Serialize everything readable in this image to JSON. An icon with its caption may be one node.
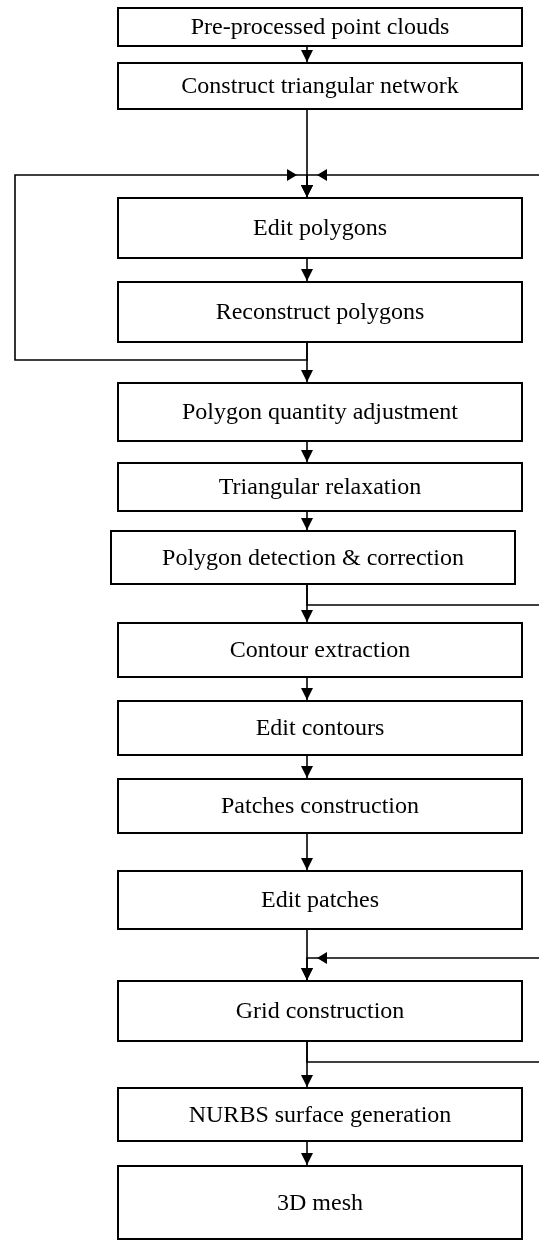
{
  "diagram": {
    "nodes": [
      {
        "text": [
          "Pre-processed point clouds"
        ]
      },
      {
        "text": [
          "Construct triangular network"
        ]
      },
      {
        "text": [
          "Edit polygons"
        ]
      },
      {
        "text": [
          "Reconstruct polygons"
        ]
      },
      {
        "text": [
          "Polygon quantity adjustment"
        ]
      },
      {
        "text": [
          "Triangular relaxation"
        ]
      },
      {
        "text": [
          "Polygon detection & correction"
        ]
      },
      {
        "text": [
          "Contour extraction"
        ]
      },
      {
        "text": [
          "Edit contours"
        ]
      },
      {
        "text": [
          "Patches construction"
        ]
      },
      {
        "text": [
          "Edit patches"
        ]
      },
      {
        "text": [
          "Grid construction"
        ]
      },
      {
        "text": [
          "NURBS surface generation"
        ]
      },
      {
        "text": [
          "3D mesh"
        ]
      }
    ],
    "edges": [
      {
        "from": 0,
        "to": 1,
        "arrow": "to"
      },
      {
        "from": 1,
        "to": 2,
        "arrow": "to"
      },
      {
        "from": 3,
        "to": 2,
        "arrow": "to"
      },
      {
        "from": null,
        "to": 2,
        "arrow": "to"
      },
      {
        "from": 2,
        "to": 3,
        "arrow": "to"
      },
      {
        "from": 3,
        "to": 4,
        "arrow": "to"
      },
      {
        "from": 4,
        "to": 5,
        "arrow": "to"
      },
      {
        "from": 5,
        "to": 6,
        "arrow": "to"
      },
      {
        "from": 6,
        "to": 7,
        "arrow": "to"
      },
      {
        "from": 6,
        "to": null,
        "arrow": "none"
      },
      {
        "from": 7,
        "to": 8,
        "arrow": "to"
      },
      {
        "from": 8,
        "to": 9,
        "arrow": "to"
      },
      {
        "from": 9,
        "to": 10,
        "arrow": "to"
      },
      {
        "from": 10,
        "to": 11,
        "arrow": "to"
      },
      {
        "from": null,
        "to": 11,
        "arrow": "to"
      },
      {
        "from": 11,
        "to": 12,
        "arrow": "to"
      },
      {
        "from": 11,
        "to": null,
        "arrow": "none"
      },
      {
        "from": 12,
        "to": 13,
        "arrow": "to"
      }
    ]
  }
}
